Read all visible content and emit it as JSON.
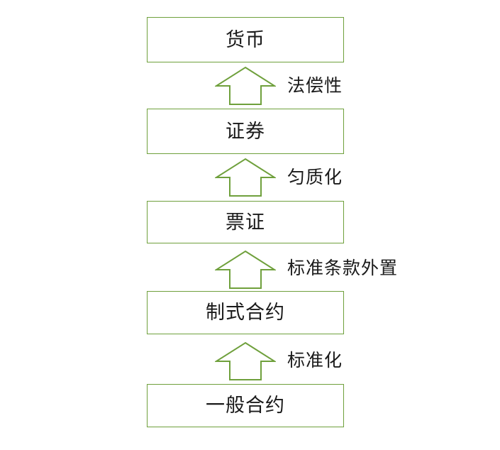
{
  "diagram": {
    "type": "vertical-evolution-flow",
    "orientation": "bottom-to-top",
    "accent_color": "#6fa03c",
    "text_color": "#1a1a1a",
    "background_color": "#ffffff",
    "nodes": [
      {
        "id": "node-1",
        "label": "货币",
        "level": 5
      },
      {
        "id": "node-2",
        "label": "证券",
        "level": 4
      },
      {
        "id": "node-3",
        "label": "票证",
        "level": 3
      },
      {
        "id": "node-4",
        "label": "制式合约",
        "level": 2
      },
      {
        "id": "node-5",
        "label": "一般合约",
        "level": 1
      }
    ],
    "edges": [
      {
        "id": "edge-1",
        "label": "法偿性",
        "from": "node-2",
        "to": "node-1",
        "icon": "up-arrow"
      },
      {
        "id": "edge-2",
        "label": "匀质化",
        "from": "node-3",
        "to": "node-2",
        "icon": "up-arrow"
      },
      {
        "id": "edge-3",
        "label": "标准条款外置",
        "from": "node-4",
        "to": "node-3",
        "icon": "up-arrow"
      },
      {
        "id": "edge-4",
        "label": "标准化",
        "from": "node-5",
        "to": "node-4",
        "icon": "up-arrow"
      }
    ]
  }
}
